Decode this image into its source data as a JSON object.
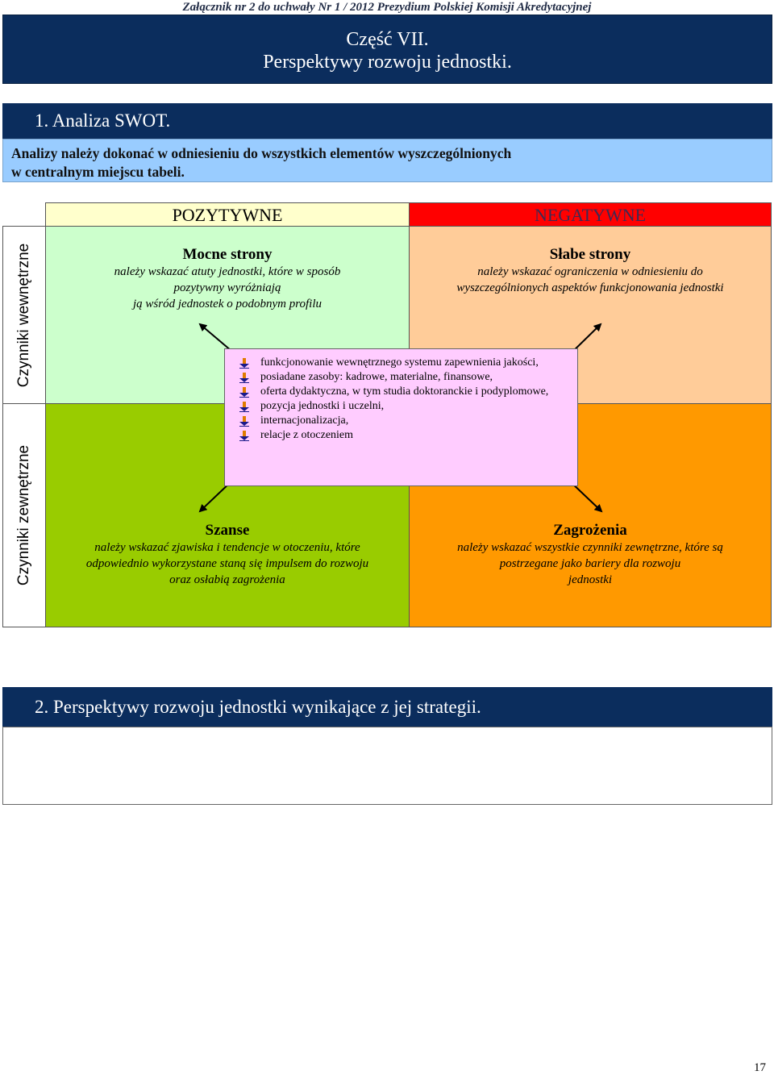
{
  "header_note": "Załącznik nr 2 do uchwały Nr 1 / 2012 Prezydium Polskiej Komisji Akredytacyjnej",
  "part_title": {
    "line1": "Część VII.",
    "line2": "Perspektywy rozwoju jednostki."
  },
  "swot_section": {
    "heading": "1.  Analiza SWOT.",
    "note_line1": "Analizy należy dokonać w odniesieniu do wszystkich elementów wyszczególnionych",
    "note_line2": "w centralnym miejscu tabeli."
  },
  "swot_matrix": {
    "header_positive": "POZYTYWNE",
    "header_negative": "NEGATYWNE",
    "side_internal": "Czynniki wewnętrzne",
    "side_external": "Czynniki zewnętrzne",
    "strengths": {
      "title": "Mocne strony",
      "desc_line1": "należy wskazać atuty jednostki, które w sposób",
      "desc_line2": "pozytywny wyróżniają",
      "desc_line3": "ją wśród jednostek o podobnym profilu"
    },
    "weaknesses": {
      "title": "Słabe strony",
      "desc_line1": "należy wskazać ograniczenia w odniesieniu do",
      "desc_line2": "wyszczególnionych aspektów funkcjonowania jednostki"
    },
    "opportunities": {
      "title": "Szanse",
      "desc_line1": "należy wskazać zjawiska i tendencje w otoczeniu, które",
      "desc_line2": "odpowiednio wykorzystane staną się impulsem do rozwoju",
      "desc_line3": "oraz osłabią zagrożenia"
    },
    "threats": {
      "title": "Zagrożenia",
      "desc_line1": "należy wskazać wszystkie czynniki zewnętrzne, które są",
      "desc_line2": "postrzegane  jako bariery dla rozwoju",
      "desc_line3": "jednostki"
    },
    "factors": [
      "funkcjonowanie wewnętrznego systemu zapewnienia jakości,",
      "posiadane zasoby: kadrowe, materialne, finansowe,",
      "oferta dydaktyczna, w tym studia doktoranckie i podyplomowe,",
      "pozycja jednostki i uczelni,",
      "internacjonalizacja,",
      "relacje z otoczeniem"
    ],
    "colors": {
      "strengths": "#ccffcc",
      "weaknesses": "#ffcc99",
      "opportunities": "#99cc00",
      "threats": "#ff9900",
      "factors_box": "#ffccff",
      "header_negative": "#ff0000",
      "header_positive": "#ffffcc"
    }
  },
  "perspectives_section": {
    "heading": "2.  Perspektywy rozwoju jednostki wynikające z jej strategii.",
    "content": ""
  },
  "page_number": "17"
}
